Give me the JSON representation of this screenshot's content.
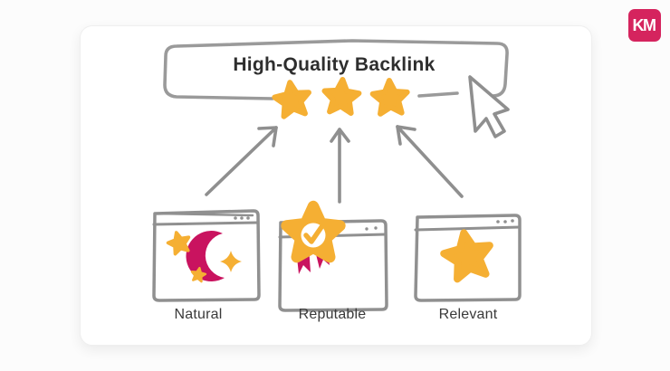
{
  "page": {
    "background": "#fcfcfc"
  },
  "brand": {
    "monogram": "KM",
    "color": "#d5245e"
  },
  "card": {
    "title": "High-Quality Backlink",
    "rating": {
      "star_count": 3,
      "star_icon": "star-icon",
      "cursor_icon": "mouse-pointer-icon"
    },
    "sources": [
      {
        "label": "Natural",
        "icon": "moon-and-stars-icon"
      },
      {
        "label": "Reputable",
        "icon": "award-ribbon-icon"
      },
      {
        "label": "Relevant",
        "icon": "star-icon"
      }
    ],
    "colors": {
      "gold": "#f5af33",
      "crimson": "#c9135f",
      "sketch_gray": "#929292",
      "text": "#2e2e2e"
    }
  }
}
